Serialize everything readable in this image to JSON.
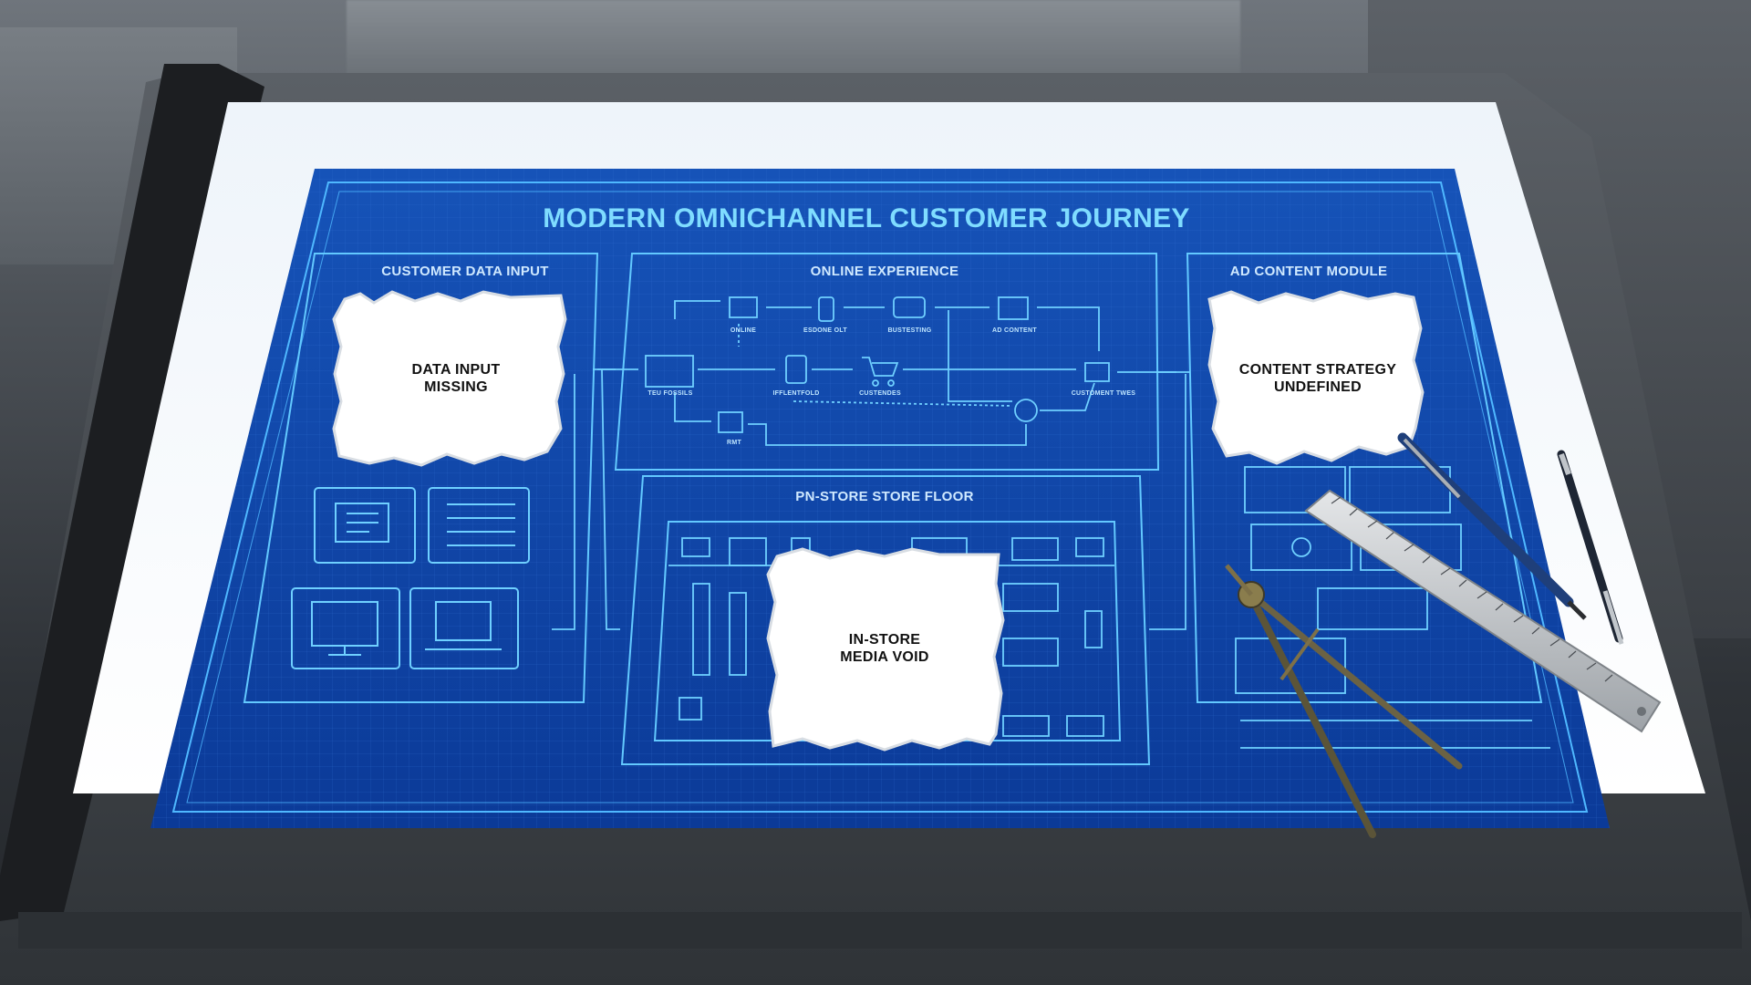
{
  "blueprint": {
    "title": "MODERN OMNICHANNEL CUSTOMER JOURNEY",
    "panels": {
      "customer_data": "CUSTOMER DATA INPUT",
      "online": "ONLINE EXPERIENCE",
      "ad_content": "AD CONTENT MODULE",
      "store": "PN-STORE STORE FLOOR"
    },
    "torn_notes": {
      "data_input": [
        "DATA INPUT",
        "MISSING"
      ],
      "content_strategy": [
        "CONTENT STRATEGY",
        "UNDEFINED"
      ],
      "media_void": [
        "IN-STORE",
        "MEDIA VOID"
      ]
    },
    "flow_labels": [
      "ONLINE",
      "ESDONE OLT",
      "BUSTESTING",
      "AD CONTENT",
      "TEU FOSSILS",
      "IFFLENTFOLD",
      "CUSTENDES",
      "CUSTOMENT TWES",
      "RMT"
    ]
  },
  "colors": {
    "blueprint": "#0d3e9e",
    "blueprint_dark": "#0a2f7d",
    "line": "#58c7ff",
    "lightbox": "#f2f6fa"
  },
  "tools": [
    "ruler",
    "drafting-compass",
    "mechanical-pencil",
    "pen"
  ]
}
